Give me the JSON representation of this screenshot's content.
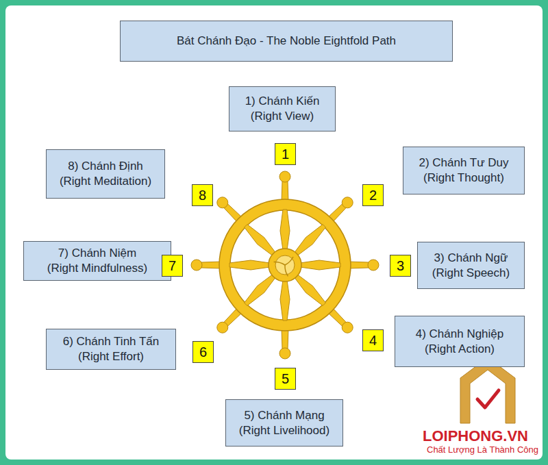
{
  "diagram": {
    "title": "Bát Chánh Đạo - The Noble Eightfold Path",
    "nodes": [
      {
        "text": [
          "1) Chánh Kiến",
          "(Right View)"
        ]
      },
      {
        "text": [
          "2) Chánh Tư Duy",
          "(Right Thought)"
        ]
      },
      {
        "text": [
          "3) Chánh Ngữ",
          "(Right Speech)"
        ]
      },
      {
        "text": [
          "4) Chánh Nghiệp",
          "(Right Action)"
        ]
      },
      {
        "text": [
          "5) Chánh Mạng",
          "(Right Livelihood)"
        ]
      },
      {
        "text": [
          "6) Chánh Tinh Tấn",
          "(Right Effort)"
        ]
      },
      {
        "text": [
          "7) Chánh Niệm",
          "(Right Mindfulness)"
        ]
      },
      {
        "text": [
          "8) Chánh Định",
          "(Right Meditation)"
        ]
      }
    ],
    "labels": [
      "1",
      "2",
      "3",
      "4",
      "5",
      "6",
      "7",
      "8",
      "LOIPHONG.VN",
      "Chất Lượng Là Thành Công"
    ]
  }
}
